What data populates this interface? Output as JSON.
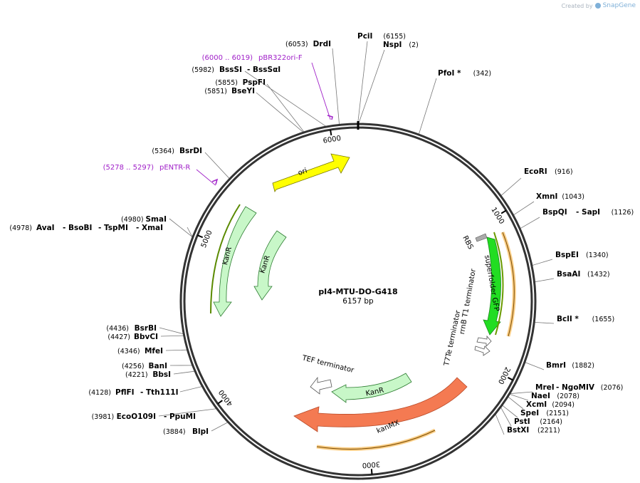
{
  "credit": {
    "prefix": "Created by",
    "brand": "SnapGene"
  },
  "plasmid": {
    "name": "pI4-MTU-DO-G418",
    "size_label": "6157 bp",
    "length": 6157
  },
  "ticks": [
    "1000",
    "2000",
    "3000",
    "4000",
    "5000",
    "6000"
  ],
  "sites": [
    {
      "name": "PciI",
      "pos": "(6155)"
    },
    {
      "name": "NspI",
      "pos": "(2)"
    },
    {
      "name": "PfoI *",
      "pos": "(342)"
    },
    {
      "name": "EcoRI",
      "pos": "(916)"
    },
    {
      "name": "XmnI",
      "pos": "(1043)"
    },
    {
      "name": "BspQI",
      "pos": ""
    },
    {
      "name": "- SapI",
      "pos": "(1126)"
    },
    {
      "name": "BspEI",
      "pos": "(1340)"
    },
    {
      "name": "BsaAI",
      "pos": "(1432)"
    },
    {
      "name": "BclI *",
      "pos": "(1655)"
    },
    {
      "name": "BmrI",
      "pos": "(1882)"
    },
    {
      "name": "MreI",
      "pos": ""
    },
    {
      "name": "- NgoMIV",
      "pos": "(2076)"
    },
    {
      "name": "NaeI",
      "pos": "(2078)"
    },
    {
      "name": "XcmI",
      "pos": "(2094)"
    },
    {
      "name": "SpeI",
      "pos": "(2151)"
    },
    {
      "name": "PstI",
      "pos": "(2164)"
    },
    {
      "name": "BstXI",
      "pos": "(2211)"
    },
    {
      "name": "BlpI",
      "pos": "(3884)"
    },
    {
      "name": "EcoO109I",
      "pos": "(3981)"
    },
    {
      "name": "- PpuMI",
      "pos": ""
    },
    {
      "name": "PflFI",
      "pos": "(4128)"
    },
    {
      "name": "- Tth111I",
      "pos": ""
    },
    {
      "name": "BbsI",
      "pos": "(4221)"
    },
    {
      "name": "BanI",
      "pos": "(4256)"
    },
    {
      "name": "MfeI",
      "pos": "(4346)"
    },
    {
      "name": "BbvCI",
      "pos": "(4427)"
    },
    {
      "name": "BsrBI",
      "pos": "(4436)"
    },
    {
      "name": "AvaI",
      "pos": "(4978)"
    },
    {
      "name": "- BsoBI",
      "pos": ""
    },
    {
      "name": "- TspMI",
      "pos": ""
    },
    {
      "name": "- XmaI",
      "pos": ""
    },
    {
      "name": "SmaI",
      "pos": "(4980)"
    },
    {
      "name": "BsrDI",
      "pos": "(5364)"
    },
    {
      "name": "BseYI",
      "pos": "(5851)"
    },
    {
      "name": "PspFI",
      "pos": "(5855)"
    },
    {
      "name": "BssSI",
      "pos": "(5982)"
    },
    {
      "name": "- BssSαI",
      "pos": ""
    },
    {
      "name": "DrdI",
      "pos": "(6053)"
    }
  ],
  "primers": [
    {
      "range": "(6000 .. 6019)",
      "name": "pBR322ori-F"
    },
    {
      "range": "(5278 .. 5297)",
      "name": "pENTR-R"
    }
  ],
  "features": [
    {
      "name": "ori",
      "color": "#ffff00"
    },
    {
      "name": "KanR",
      "color": "#c8f7c8"
    },
    {
      "name": "KanR",
      "color": "#c8f7c8"
    },
    {
      "name": "superfolder GFP",
      "color": "#22dd22"
    },
    {
      "name": "RBS",
      "color": "#aaaaaa"
    },
    {
      "name": "rrnB T1 terminator",
      "color": "#ffffff"
    },
    {
      "name": "T7Te terminator",
      "color": "#ffffff"
    },
    {
      "name": "TEF terminator",
      "color": "#ffffff"
    },
    {
      "name": "KanR",
      "color": "#c8f7c8"
    },
    {
      "name": "kanMX",
      "color": "#f47a52"
    }
  ],
  "colors": {
    "orf": "#f5a623",
    "primer": "#a020c8",
    "backbone": "#333333"
  }
}
